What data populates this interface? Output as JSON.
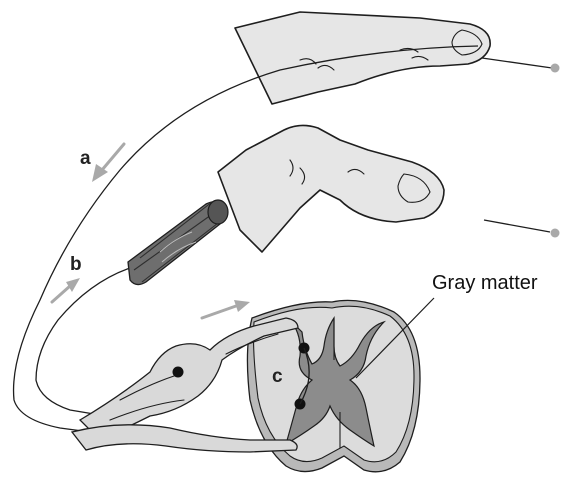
{
  "labels": {
    "a": "a",
    "b": "b",
    "c": "c",
    "gray_matter": "Gray matter"
  },
  "colors": {
    "skin_fill": "#e6e6e6",
    "gray_matter": "#8c8c8c",
    "white_matter": "#dcdcdc",
    "muscle": "#666666",
    "arrow": "#a9a9a9",
    "pointer_dot": "#a9a9a9",
    "neuron_dot": "#111111"
  }
}
